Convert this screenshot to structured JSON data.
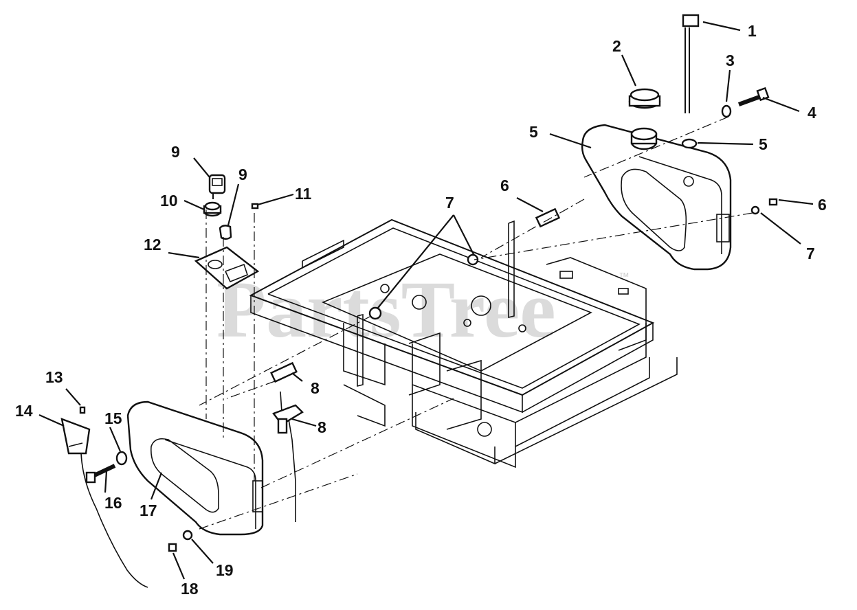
{
  "diagram": {
    "watermark": "PartsTree",
    "trademark": "™",
    "callouts": [
      "1",
      "2",
      "3",
      "4",
      "5",
      "6",
      "7",
      "8",
      "9",
      "10",
      "11",
      "12",
      "13",
      "14",
      "15",
      "16",
      "17",
      "18",
      "19"
    ],
    "callout_instances": [
      {
        "label": "1"
      },
      {
        "label": "2"
      },
      {
        "label": "3"
      },
      {
        "label": "4"
      },
      {
        "label": "5"
      },
      {
        "label": "5"
      },
      {
        "label": "6"
      },
      {
        "label": "6"
      },
      {
        "label": "7"
      },
      {
        "label": "7"
      },
      {
        "label": "8"
      },
      {
        "label": "8"
      },
      {
        "label": "9"
      },
      {
        "label": "9"
      },
      {
        "label": "10"
      },
      {
        "label": "11"
      },
      {
        "label": "12"
      },
      {
        "label": "13"
      },
      {
        "label": "14"
      },
      {
        "label": "15"
      },
      {
        "label": "16"
      },
      {
        "label": "17"
      },
      {
        "label": "18"
      },
      {
        "label": "19"
      }
    ]
  }
}
